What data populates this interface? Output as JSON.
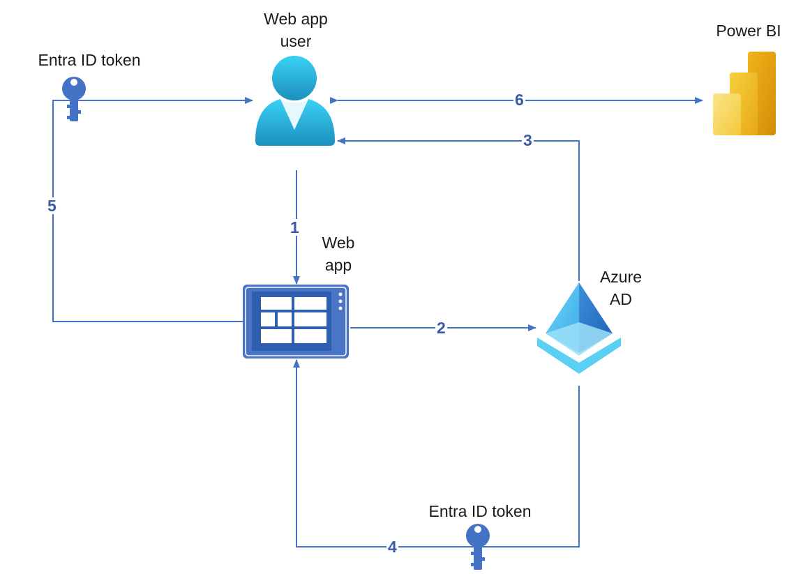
{
  "nodes": {
    "user": {
      "line1": "Web app",
      "line2": "user"
    },
    "web_app": {
      "line1": "Web",
      "line2": "app"
    },
    "azure_ad": {
      "line1": "Azure",
      "line2": "AD"
    },
    "power_bi": {
      "label": "Power BI"
    }
  },
  "tokens": {
    "top_left": {
      "label": "Entra ID token"
    },
    "bottom": {
      "label": "Entra ID token"
    }
  },
  "steps": {
    "s1": "1",
    "s2": "2",
    "s3": "3",
    "s4": "4",
    "s5": "5",
    "s6": "6"
  },
  "colors": {
    "connector": "#4472c4",
    "step_number": "#3b5aa8",
    "user_icon_top": "#36c6ee",
    "user_icon_bottom": "#1a94bf",
    "web_app_frame": "#4472c4",
    "azure_ad_light": "#5ecbf3",
    "azure_ad_dark": "#2672c8",
    "power_bi_dark": "#e8a50c",
    "power_bi_light": "#f7d45b",
    "key": "#4472c4"
  },
  "icons": [
    "user-icon",
    "web-app-icon",
    "azure-ad-icon",
    "power-bi-icon",
    "key-icon"
  ]
}
